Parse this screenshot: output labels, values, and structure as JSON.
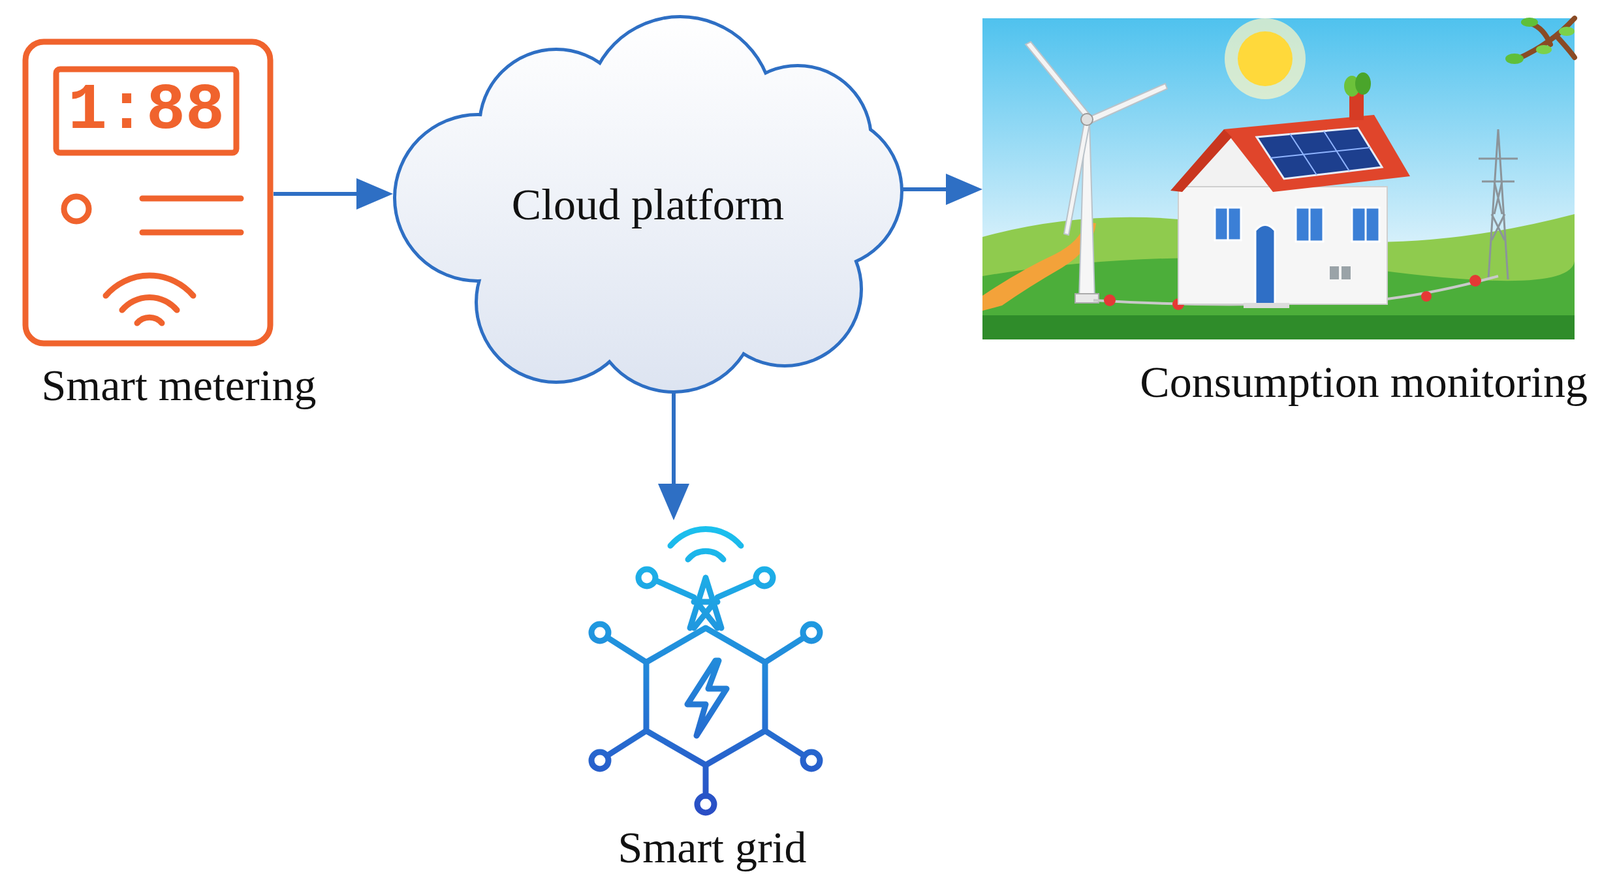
{
  "diagram": {
    "nodes": [
      {
        "text": [
          "Smart metering"
        ]
      },
      {
        "text": [
          "Cloud platform"
        ]
      },
      {
        "text": [
          "Consumption monitoring"
        ]
      },
      {
        "text": [
          "Smart grid"
        ]
      }
    ],
    "edges": [
      {
        "from": 0,
        "to": 1,
        "arrow": "to"
      },
      {
        "from": 1,
        "to": 2,
        "arrow": "to"
      },
      {
        "from": 1,
        "to": 3,
        "arrow": "to"
      }
    ],
    "labels": [
      "1:88"
    ]
  }
}
